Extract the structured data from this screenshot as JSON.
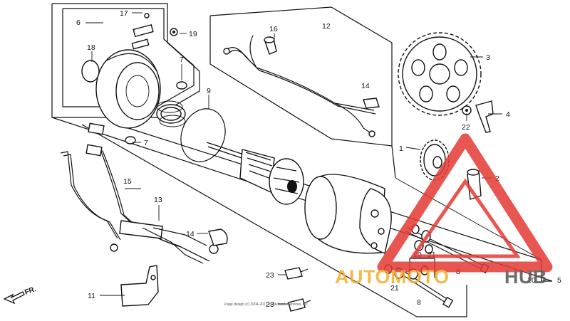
{
  "callouts": {
    "c1": "1",
    "c2": "2",
    "c3": "3",
    "c4": "4",
    "c5": "5",
    "c6": "6",
    "c7a": "7",
    "c7b": "7",
    "c8a": "8",
    "c8b": "8",
    "c9": "9",
    "c10": "10",
    "c11": "11",
    "c12": "12",
    "c13": "13",
    "c14a": "14",
    "c14b": "14",
    "c15": "15",
    "c16": "16",
    "c17": "17",
    "c18": "18",
    "c19": "19",
    "c20": "20",
    "c21a": "21",
    "c21b": "21",
    "c22": "22",
    "c23a": "23",
    "c23b": "23"
  },
  "direction_label": "FR.",
  "copyright": "Page design (c) 2004-2017 by Network Services, Inc.",
  "watermark": {
    "part1": "AUTOMOTO",
    "part2": "HUB",
    "accent_color": "#f2ad2c",
    "secondary_color": "#555555",
    "triangle_color": "#e53935"
  }
}
